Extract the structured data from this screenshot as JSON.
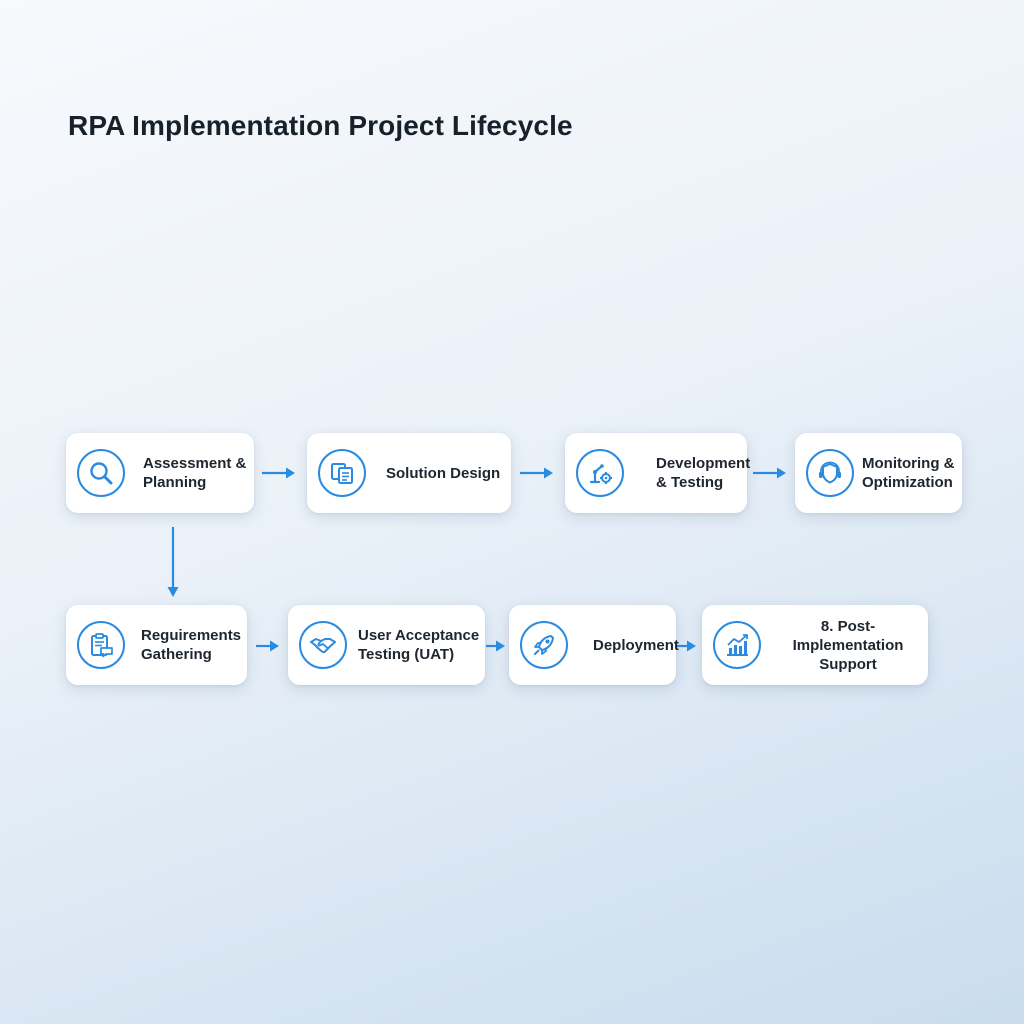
{
  "title": "RPA Implementation Project Lifecycle",
  "colors": {
    "accent": "#2a8be0",
    "text": "#1e262f",
    "title": "#17212b"
  },
  "steps": [
    {
      "label": "Assessment &\nPlanning",
      "icon": "magnifier-icon"
    },
    {
      "label": "Solution Design",
      "icon": "design-documents-icon"
    },
    {
      "label": "Development\n& Testing",
      "icon": "robot-arm-gear-icon"
    },
    {
      "label": "Monitoring &\nOptimization",
      "icon": "shield-headset-icon"
    },
    {
      "label": "Reguirements\nGathering",
      "icon": "clipboard-chat-icon"
    },
    {
      "label": "User Acceptance\nTesting (UAT)",
      "icon": "handshake-icon"
    },
    {
      "label": "Deployment",
      "icon": "rocket-icon"
    },
    {
      "label": "8. Post-Implementation\nSupport",
      "icon": "bar-chart-trend-icon"
    }
  ]
}
